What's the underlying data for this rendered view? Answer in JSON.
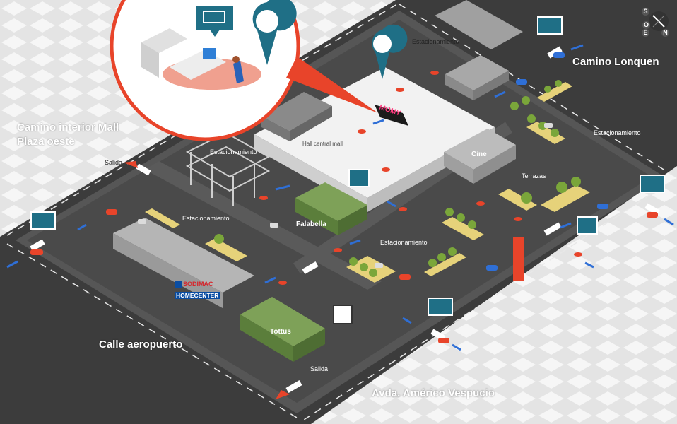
{
  "streets": {
    "camino_interior": "Camino interior Mall",
    "plaza_oeste": "Plaza oeste",
    "camino_lonquen": "Camino Lonquen",
    "calle_aeropuerto": "Calle aeropuerto",
    "americo_vespucio": "Avda. Américo Vespucio"
  },
  "areas": {
    "parking_top": "Estacionamiento",
    "parking_right": "Estacionamiento",
    "parking_left_upper": "Estacionamiento",
    "parking_left": "Estacionamiento",
    "parking_center": "Estacionamiento",
    "hall": "Hall central mall",
    "cine": "Cine",
    "terrazas": "Terrazas",
    "falabella": "Falabella",
    "tottus": "Tottus",
    "salida_top": "Salida",
    "salida_bottom": "Salida"
  },
  "brands": {
    "sodimac_top": "SODIMAC",
    "sodimac_bottom": "HOMECENTER",
    "momy": "MOMY"
  },
  "compass": {
    "s": "S",
    "o": "O",
    "e": "E",
    "n": "N"
  },
  "colors": {
    "road": "#3a3a3a",
    "parking": "#4a4a4a",
    "background": "#ececec",
    "building": "#a9a9a9",
    "building_green": "#5b7e3b",
    "accent_red": "#e8442a",
    "sign_teal": "#1f6f86",
    "arrow_blue": "#2f6fd6"
  },
  "icons": [
    "car-sign-icon",
    "pedestrian-sign-icon",
    "shopping-cart-pin-icon",
    "store-staff-icon",
    "compass-icon",
    "exit-arrow-icon",
    "tree-icon",
    "parked-car-icon",
    "person-icon"
  ]
}
